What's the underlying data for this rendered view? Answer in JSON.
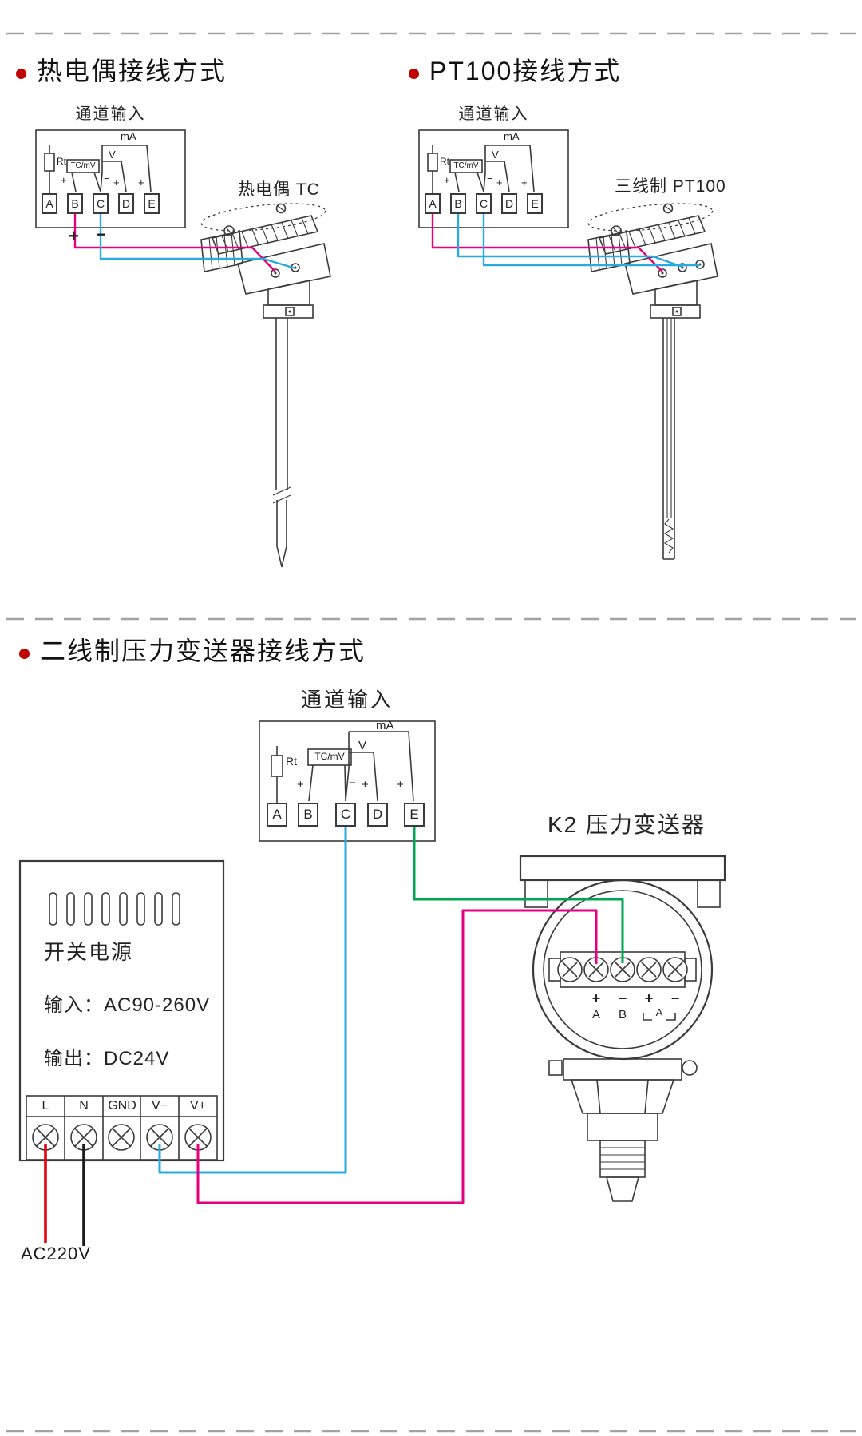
{
  "page": {
    "background": "#ffffff",
    "divider_color": "#a3a3a3",
    "bullet_color": "#c00000",
    "line_color": "#3a3a3a",
    "wire_colors": {
      "pink": "#e6007e",
      "blue": "#29abe2",
      "green": "#00a651",
      "red": "#e60012",
      "black": "#1a1a1a"
    }
  },
  "terminal_block": {
    "title": "通道输入",
    "rt": "Rt",
    "tc_mv": "TC/mV",
    "v": "V",
    "ma": "mA",
    "plus": "+",
    "minus": "−",
    "terminals": [
      "A",
      "B",
      "C",
      "D",
      "E"
    ]
  },
  "sections": {
    "thermocouple": {
      "title": "热电偶接线方式",
      "device_label": "热电偶 TC",
      "polarity_plus": "+",
      "polarity_minus": "−"
    },
    "pt100": {
      "title": "PT100接线方式",
      "device_label": "三线制 PT100"
    },
    "pressure": {
      "title": "二线制压力变送器接线方式",
      "device_label": "K2 压力变送器"
    }
  },
  "power_supply": {
    "name": "开关电源",
    "input_label": "输入：AC90-260V",
    "output_label": "输出：DC24V",
    "terminals": [
      "L",
      "N",
      "GND",
      "V−",
      "V+"
    ],
    "mains_label": "AC220V"
  },
  "transmitter": {
    "signs": [
      "+",
      "−",
      "+",
      "−"
    ],
    "wire_labels": [
      "A",
      "B"
    ],
    "bracket_label": "A"
  }
}
